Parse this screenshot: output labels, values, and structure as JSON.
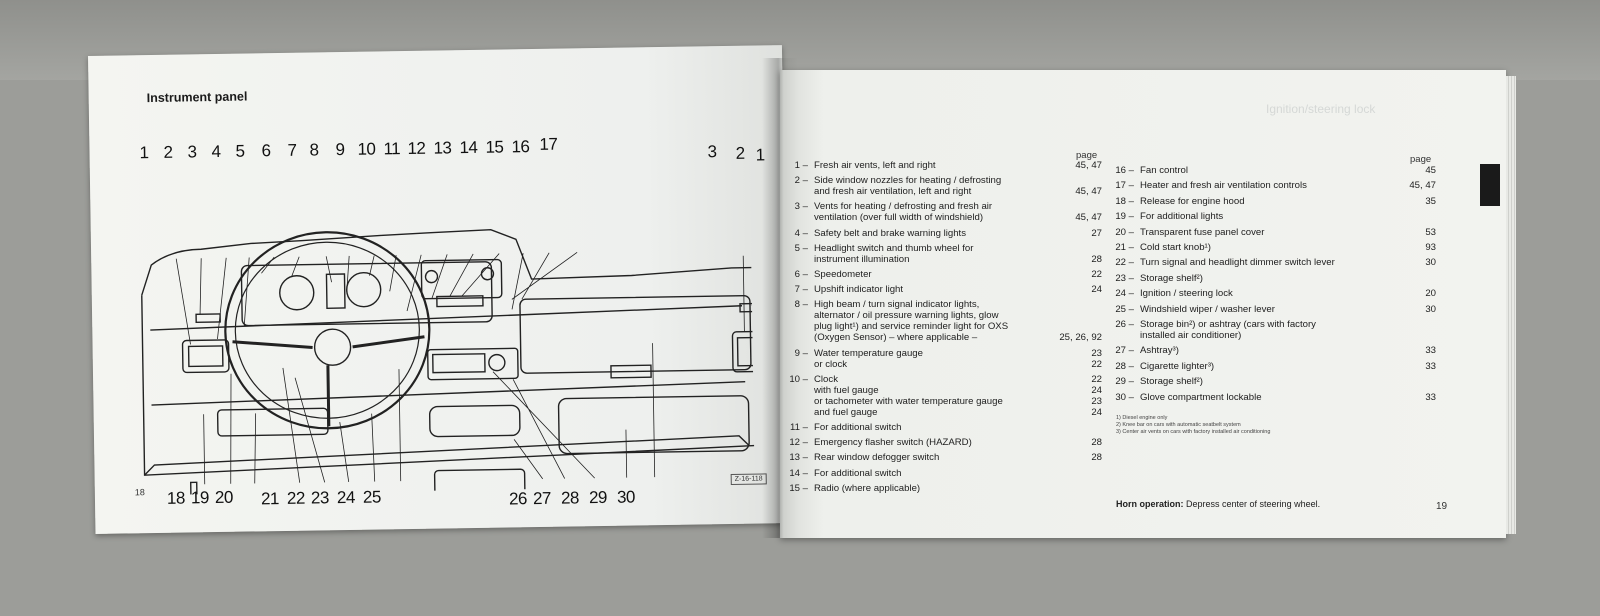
{
  "left_page": {
    "title": "Instrument panel",
    "page_number": "18",
    "caption_code": "Z-16-118",
    "top_callouts": [
      "1",
      "2",
      "3",
      "4",
      "5",
      "6",
      "7",
      "8",
      "9",
      "10",
      "11",
      "12",
      "13",
      "14",
      "15",
      "16",
      "17"
    ],
    "top_right_callouts": [
      "3",
      "2",
      "1"
    ],
    "bottom_callouts": [
      "18",
      "19",
      "20",
      "21",
      "22",
      "23",
      "24",
      "25",
      "26",
      "27",
      "28",
      "29",
      "30"
    ]
  },
  "right_page": {
    "ghost_heading": "Ignition/steering lock",
    "page_header": "page",
    "page_number": "19",
    "left_column": [
      {
        "n": "1",
        "lines": [
          "Fresh air vents, left and right"
        ],
        "page": "45, 47"
      },
      {
        "n": "2",
        "lines": [
          "Side window nozzles for heating / defrosting",
          "and fresh air ventilation, left and right"
        ],
        "page": "45, 47"
      },
      {
        "n": "3",
        "lines": [
          "Vents for heating / defrosting and fresh air",
          "ventilation (over full width of windshield)"
        ],
        "page": "45, 47"
      },
      {
        "n": "4",
        "lines": [
          "Safety belt and brake warning lights"
        ],
        "page": "27"
      },
      {
        "n": "5",
        "lines": [
          "Headlight switch and thumb wheel for",
          "instrument illumination"
        ],
        "page": "28"
      },
      {
        "n": "6",
        "lines": [
          "Speedometer"
        ],
        "page": "22"
      },
      {
        "n": "7",
        "lines": [
          "Upshift indicator light"
        ],
        "page": "24"
      },
      {
        "n": "8",
        "lines": [
          "High beam / turn signal indicator lights,",
          "alternator / oil pressure warning lights, glow",
          "plug light¹) and service reminder light for OXS",
          "(Oxygen Sensor) – where applicable –"
        ],
        "page": "25, 26, 92"
      },
      {
        "n": "9",
        "lines": [
          "Water temperature gauge",
          "or clock"
        ],
        "pages": [
          "23",
          "22"
        ]
      },
      {
        "n": "10",
        "lines": [
          "Clock",
          "with fuel gauge",
          "or tachometer with water temperature gauge",
          "and fuel gauge"
        ],
        "pages": [
          "22",
          "24",
          "23",
          "24"
        ]
      },
      {
        "n": "11",
        "lines": [
          "For additional switch"
        ],
        "page": ""
      },
      {
        "n": "12",
        "lines": [
          "Emergency flasher switch (HAZARD)"
        ],
        "page": "28"
      },
      {
        "n": "13",
        "lines": [
          "Rear window defogger switch"
        ],
        "page": "28"
      },
      {
        "n": "14",
        "lines": [
          "For additional switch"
        ],
        "page": ""
      },
      {
        "n": "15",
        "lines": [
          "Radio (where applicable)"
        ],
        "page": ""
      }
    ],
    "right_column": [
      {
        "n": "16",
        "text": "Fan control",
        "page": "45"
      },
      {
        "n": "17",
        "text": "Heater and fresh air ventilation controls",
        "page": "45, 47"
      },
      {
        "n": "18",
        "text": "Release for engine hood",
        "page": "35"
      },
      {
        "n": "19",
        "text": "For additional lights",
        "page": ""
      },
      {
        "n": "20",
        "text": "Transparent fuse panel cover",
        "page": "53"
      },
      {
        "n": "21",
        "text": "Cold start knob¹)",
        "page": "93"
      },
      {
        "n": "22",
        "text": "Turn signal and headlight dimmer switch lever",
        "page": "30"
      },
      {
        "n": "23",
        "text": "Storage shelf²)",
        "page": ""
      },
      {
        "n": "24",
        "text": "Ignition / steering lock",
        "page": "20"
      },
      {
        "n": "25",
        "text": "Windshield wiper / washer lever",
        "page": "30"
      },
      {
        "n": "26",
        "text": "Storage bin²) or ashtray (cars with factory",
        "text2": "installed air conditioner)",
        "page": ""
      },
      {
        "n": "27",
        "text": "Ashtray³)",
        "page": "33"
      },
      {
        "n": "28",
        "text": "Cigarette lighter³)",
        "page": "33"
      },
      {
        "n": "29",
        "text": "Storage shelf²)",
        "page": ""
      },
      {
        "n": "30",
        "text": "Glove compartment lockable",
        "page": "33"
      }
    ],
    "footnotes": [
      "1) Diesel engine only",
      "2) Knee bar on cars with automatic seatbelt system",
      "3) Center air vents on cars with factory installed air conditioning"
    ],
    "horn_label": "Horn operation:",
    "horn_text": "Depress center of steering wheel."
  }
}
